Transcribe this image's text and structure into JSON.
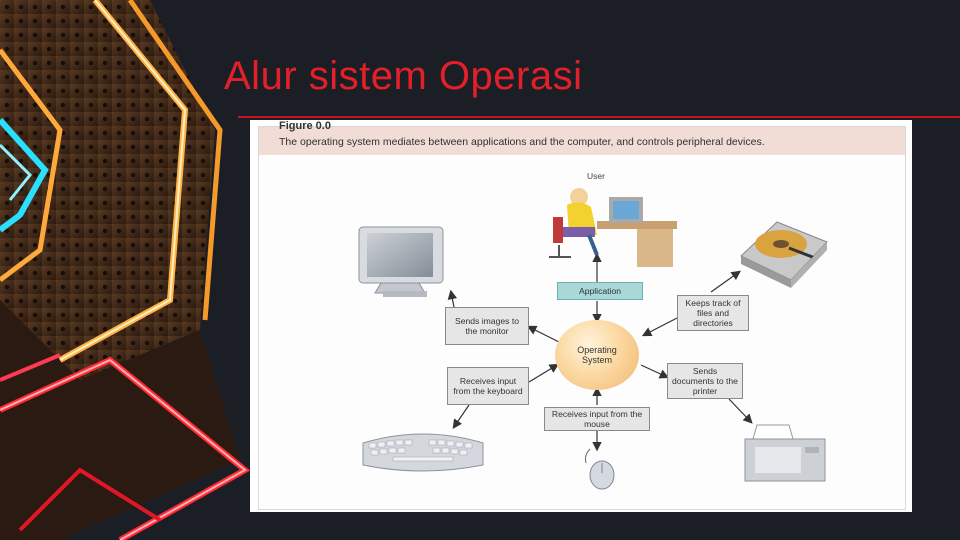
{
  "slide": {
    "title": "Alur sistem Operasi"
  },
  "figure": {
    "header_partial": "Figure 0.0",
    "caption": "The operating system mediates between applications and the computer, and controls peripheral devices.",
    "user_label": "User",
    "application_label": "Application",
    "os_label_line1": "Operating",
    "os_label_line2": "System",
    "boxes": {
      "monitor": "Sends images to the monitor",
      "keyboard": "Receives input from the keyboard",
      "mouse": "Receives input from the mouse",
      "files": "Keeps track of files and directories",
      "printer": "Sends documents to the printer"
    }
  },
  "colors": {
    "title": "#e3202a",
    "rule": "#c8141f",
    "caption_band": "#f1ddd6",
    "application_box": "#a9d8d8",
    "os_circle": "#f2b56c"
  },
  "icons": [
    "user-at-desk-icon",
    "monitor-icon",
    "hard-drive-icon",
    "keyboard-icon",
    "mouse-icon",
    "printer-icon"
  ]
}
